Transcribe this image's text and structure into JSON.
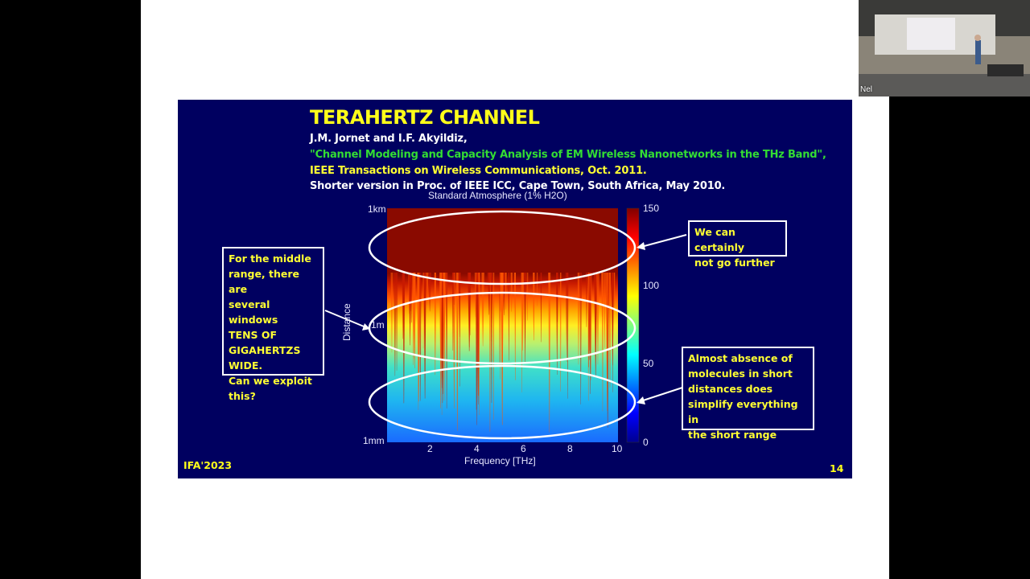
{
  "slide": {
    "title": "TERAHERTZ CHANNEL",
    "reference": {
      "authors": "J.M. Jornet and I.F. Akyildiz,",
      "paper_title": "\"Channel Modeling and Capacity Analysis of EM Wireless Nanonetworks  in the THz Band\",",
      "journal": "IEEE Transactions on Wireless Communications, Oct. 2011.",
      "short_version": "Shorter version in Proc. of IEEE ICC, Cape Town, South Africa, May 2010."
    },
    "footer_left": "IFA'2023",
    "page_number": "14",
    "notes": {
      "middle": [
        "For the middle",
        "range, there are",
        "several windows",
        "TENS OF",
        "GIGAHERTZS",
        "WIDE.",
        "Can we exploit",
        "this?"
      ],
      "top": [
        "We can certainly",
        "not go further"
      ],
      "bottom": [
        "Almost absence of",
        "molecules in short",
        "distances does",
        "simplify everything in",
        "the short range"
      ]
    }
  },
  "chart_data": {
    "type": "heatmap",
    "title": "Standard Atmosphere (1% H2O)",
    "xlabel": "Frequency [THz]",
    "ylabel": "Distance",
    "x_ticks": [
      "2",
      "4",
      "6",
      "8",
      "10"
    ],
    "x_range": [
      0,
      10
    ],
    "y_ticks": [
      "1km",
      "1m",
      "1mm"
    ],
    "colorbar_ticks": [
      "150",
      "100",
      "50",
      "0"
    ],
    "colorbar_range": [
      0,
      150
    ],
    "colormap": "jet",
    "bands": [
      {
        "distance": "1mm to ~1m",
        "level": "low-to-mid (cyan/green)"
      },
      {
        "distance": "~1m",
        "level": "mid-to-high (yellow/orange) with absorption spikes"
      },
      {
        "distance": "1m to 1km",
        "level": "saturated (150, dark red)"
      }
    ]
  },
  "camera": {
    "label": "Nel"
  },
  "colors": {
    "slide_background": "#000060",
    "title_yellow": "#ffff1a",
    "green_text": "#33dd33"
  }
}
